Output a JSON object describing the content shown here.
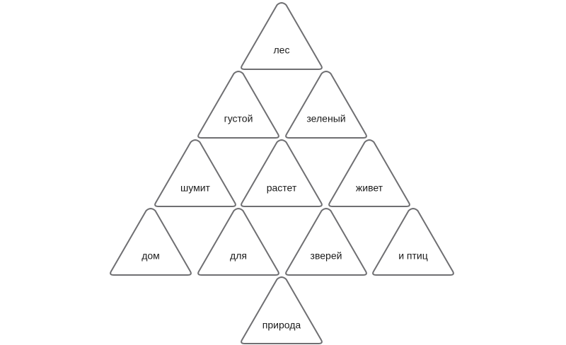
{
  "diagram": {
    "tiles": [
      {
        "word": "лес"
      },
      {
        "word": "густой"
      },
      {
        "word": "зеленый"
      },
      {
        "word": "шумит"
      },
      {
        "word": "растет"
      },
      {
        "word": "живет"
      },
      {
        "word": "дом"
      },
      {
        "word": "для"
      },
      {
        "word": "зверей"
      },
      {
        "word": "и птиц"
      },
      {
        "word": "природа"
      }
    ]
  }
}
